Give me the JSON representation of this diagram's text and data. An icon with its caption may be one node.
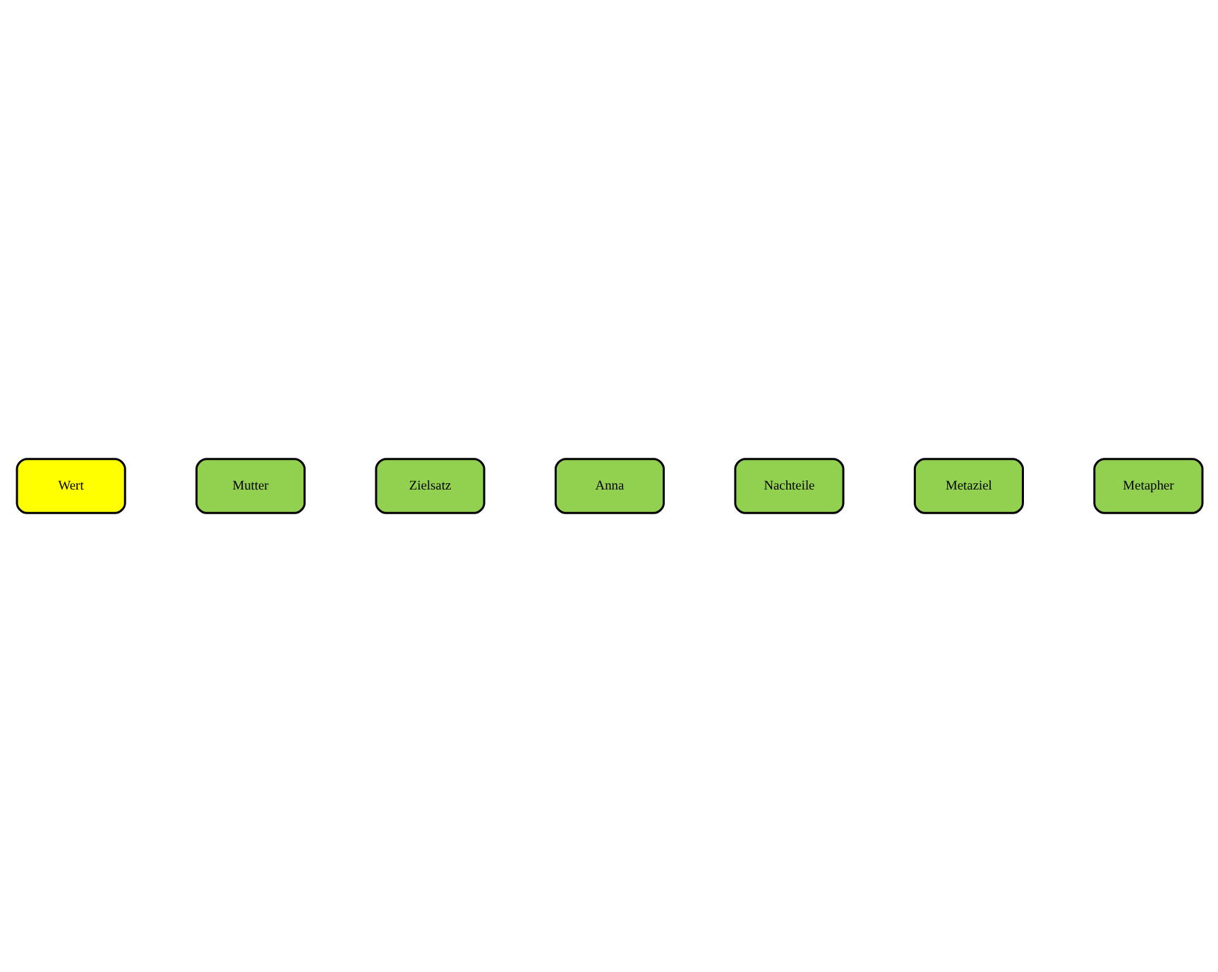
{
  "diagram": {
    "nodes": [
      {
        "text": [
          "Wert"
        ]
      },
      {
        "text": [
          "Mutter"
        ]
      },
      {
        "text": [
          "Zielsatz"
        ]
      },
      {
        "text": [
          "Anna"
        ]
      },
      {
        "text": [
          "Nachteile"
        ]
      },
      {
        "text": [
          "Metaziel"
        ]
      },
      {
        "text": [
          "Metapher"
        ]
      }
    ],
    "edges": []
  }
}
